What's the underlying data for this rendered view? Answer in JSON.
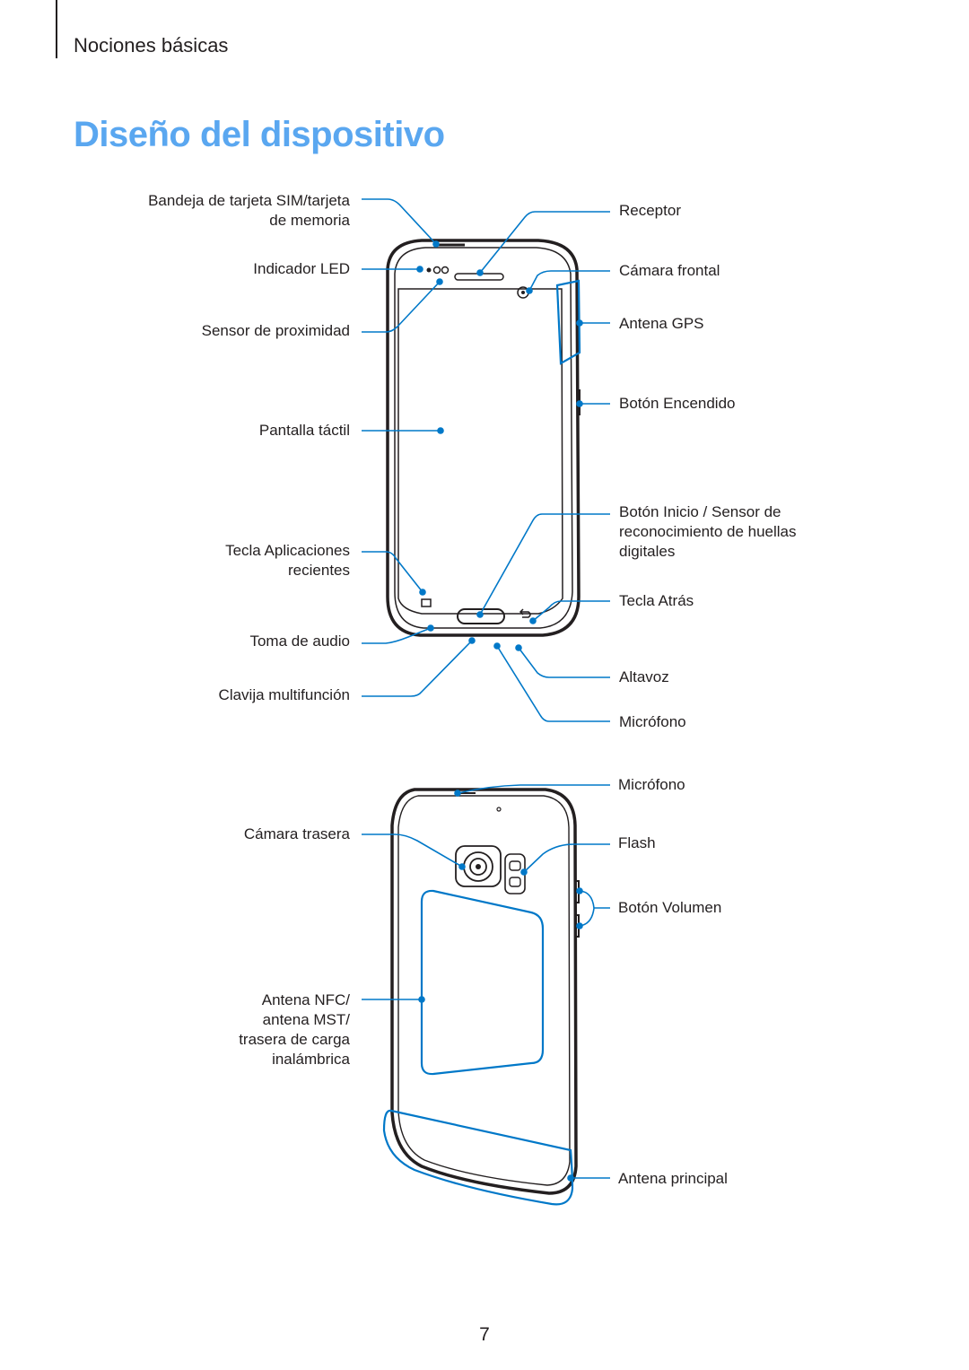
{
  "header": {
    "section": "Nociones básicas"
  },
  "title": "Diseño del dispositivo",
  "front_labels": {
    "sim_tray": "Bandeja de tarjeta SIM/tarjeta de memoria",
    "led": "Indicador LED",
    "proximity": "Sensor de proximidad",
    "touchscreen": "Pantalla táctil",
    "recent_apps": "Tecla Aplicaciones recientes",
    "audio_jack": "Toma de audio",
    "multipurpose_jack": "Clavija multifunción",
    "receiver": "Receptor",
    "front_camera": "Cámara frontal",
    "gps_antenna": "Antena GPS",
    "power_button": "Botón Encendido",
    "home_button": "Botón Inicio / Sensor de reconocimiento de huellas digitales",
    "back_key": "Tecla Atrás",
    "speaker": "Altavoz",
    "microphone": "Micrófono"
  },
  "back_labels": {
    "microphone": "Micrófono",
    "rear_camera": "Cámara trasera",
    "flash": "Flash",
    "volume_button": "Botón Volumen",
    "nfc_antenna": "Antena NFC/ antena MST/ trasera de carga inalámbrica",
    "main_antenna": "Antena principal"
  },
  "page_number": "7",
  "colors": {
    "title": "#5aa7f0",
    "callout": "#0078c8",
    "text": "#231f20"
  }
}
